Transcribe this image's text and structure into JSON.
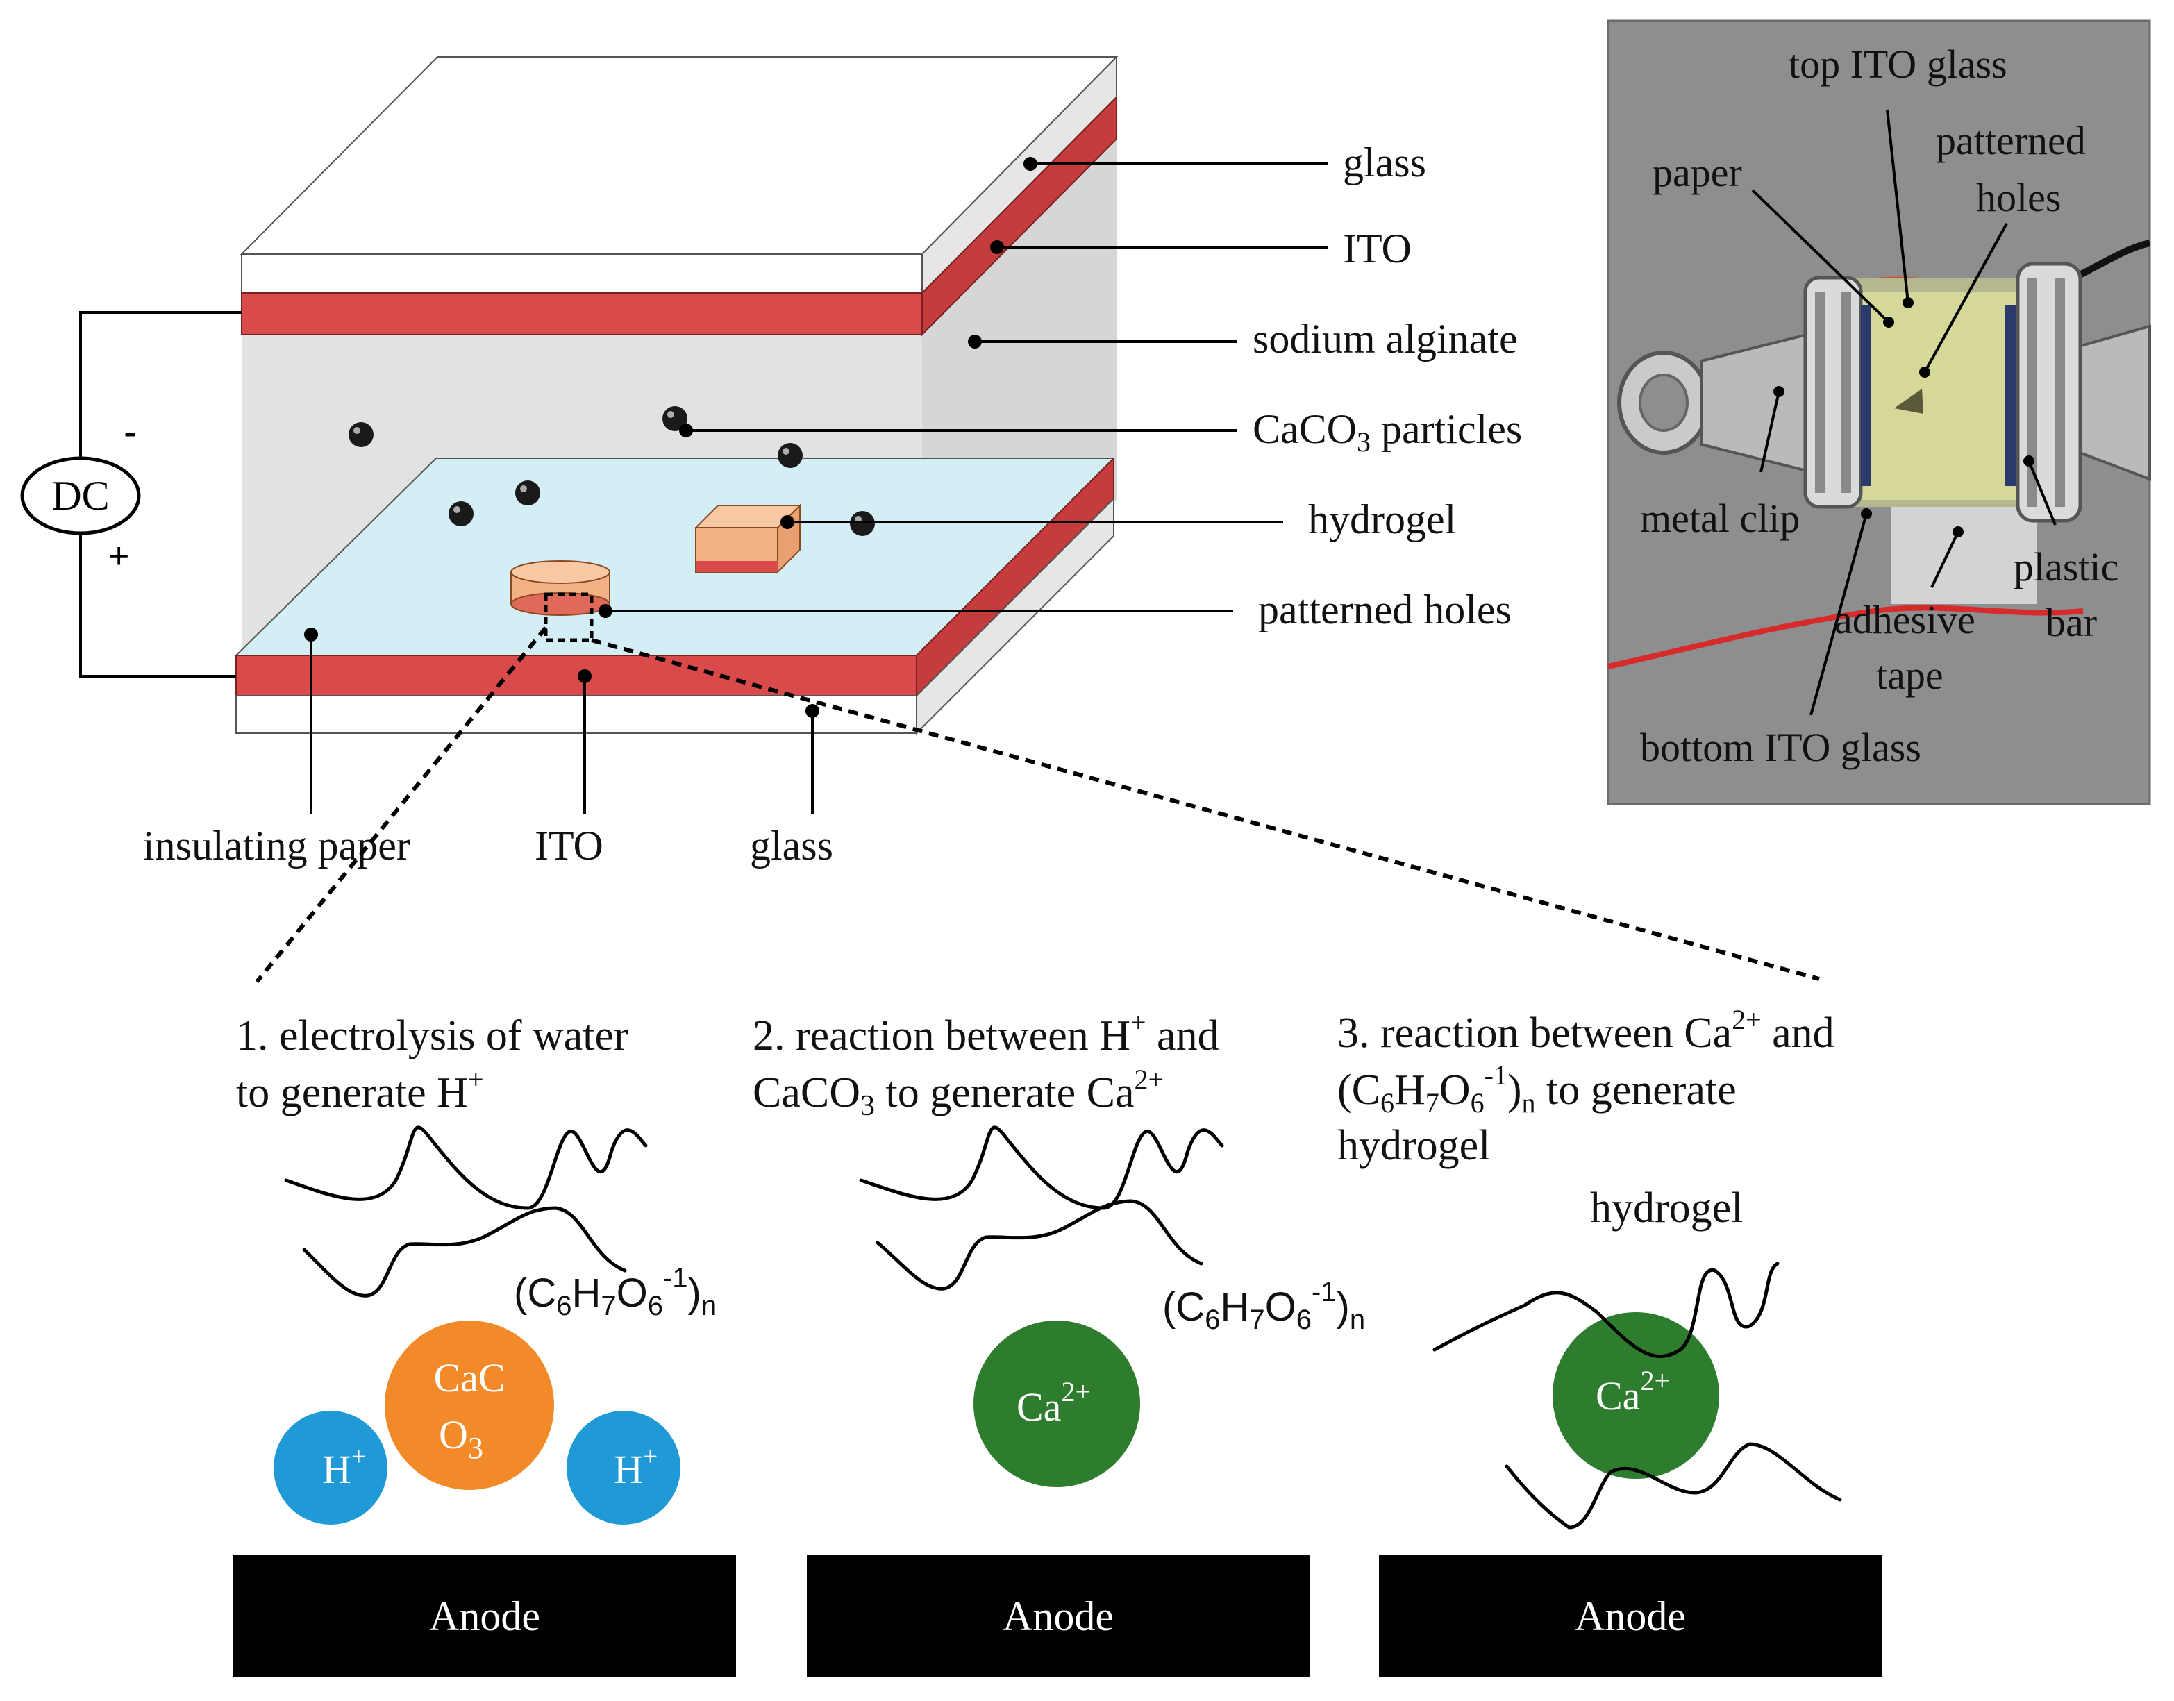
{
  "labels": {
    "glass_top": "glass",
    "ito_top": "ITO",
    "sodium_alginate": "sodium alginate",
    "caco3_particles_pre": "CaCO",
    "caco3_particles_sub": "3",
    "caco3_particles_post": " particles",
    "hydrogel": "hydrogel",
    "patterned_holes": "patterned holes",
    "insulating_paper": "insulating paper",
    "ito_bottom": "ITO",
    "glass_bottom": "glass",
    "dc": "DC",
    "minus": "-",
    "plus": "+"
  },
  "photo": {
    "top_ito_glass": "top ITO glass",
    "paper": "paper",
    "patterned_holes_1": "patterned",
    "patterned_holes_2": "holes",
    "metal_clip": "metal clip",
    "plastic_bar_1": "plastic",
    "plastic_bar_2": "bar",
    "adhesive_tape_1": "adhesive",
    "adhesive_tape_2": "tape",
    "bottom_ito_glass": "bottom ITO glass"
  },
  "steps": {
    "s1_line1": "1. electrolysis of water",
    "s1_line2": "to generate H",
    "s1_sup": "+",
    "s2_line1": "2. reaction between H",
    "s2_line1_sup": "+",
    "s2_line1_end": " and",
    "s2_line2_a": "CaCO",
    "s2_line2_sub": "3",
    "s2_line2_b": " to generate Ca",
    "s2_line2_sup": "2+",
    "s3_line1": "3. reaction between Ca",
    "s3_line1_sup": "2+",
    "s3_line1_end": " and",
    "s3_line2_a": "(C",
    "s3_line2_s1": "6",
    "s3_line2_b": "H",
    "s3_line2_s2": "7",
    "s3_line2_c": "O",
    "s3_line2_s3": "6",
    "s3_line2_sup": "-1",
    "s3_line2_d": ")",
    "s3_line2_s4": "n",
    "s3_line2_e": " to generate",
    "s3_line3": "hydrogel"
  },
  "formula": {
    "a": "(C",
    "s1": "6",
    "b": "H",
    "s2": "7",
    "c": "O",
    "s3": "6",
    "sup": "-1",
    "d": ")",
    "s4": "n"
  },
  "ions": {
    "h": "H",
    "h_sup": "+",
    "caco3_1": "CaC",
    "caco3_2": "O",
    "caco3_2_sub": "3",
    "ca": "Ca",
    "ca_sup": "2+"
  },
  "hydrogel_label": "hydrogel",
  "anode": "Anode",
  "colors": {
    "ito": "#d94a4a",
    "ito_side": "#b83a3a",
    "alginate": "#e0e0e0",
    "bottom_ito_top_face": "#d4eef5",
    "hydrogel": "#f4b185",
    "h_ion": "#1f9ad6",
    "caco3": "#f28a2a",
    "ca_ion": "#2e7d2e",
    "anode": "#000000",
    "photo_bg": "#8a8c8e"
  }
}
